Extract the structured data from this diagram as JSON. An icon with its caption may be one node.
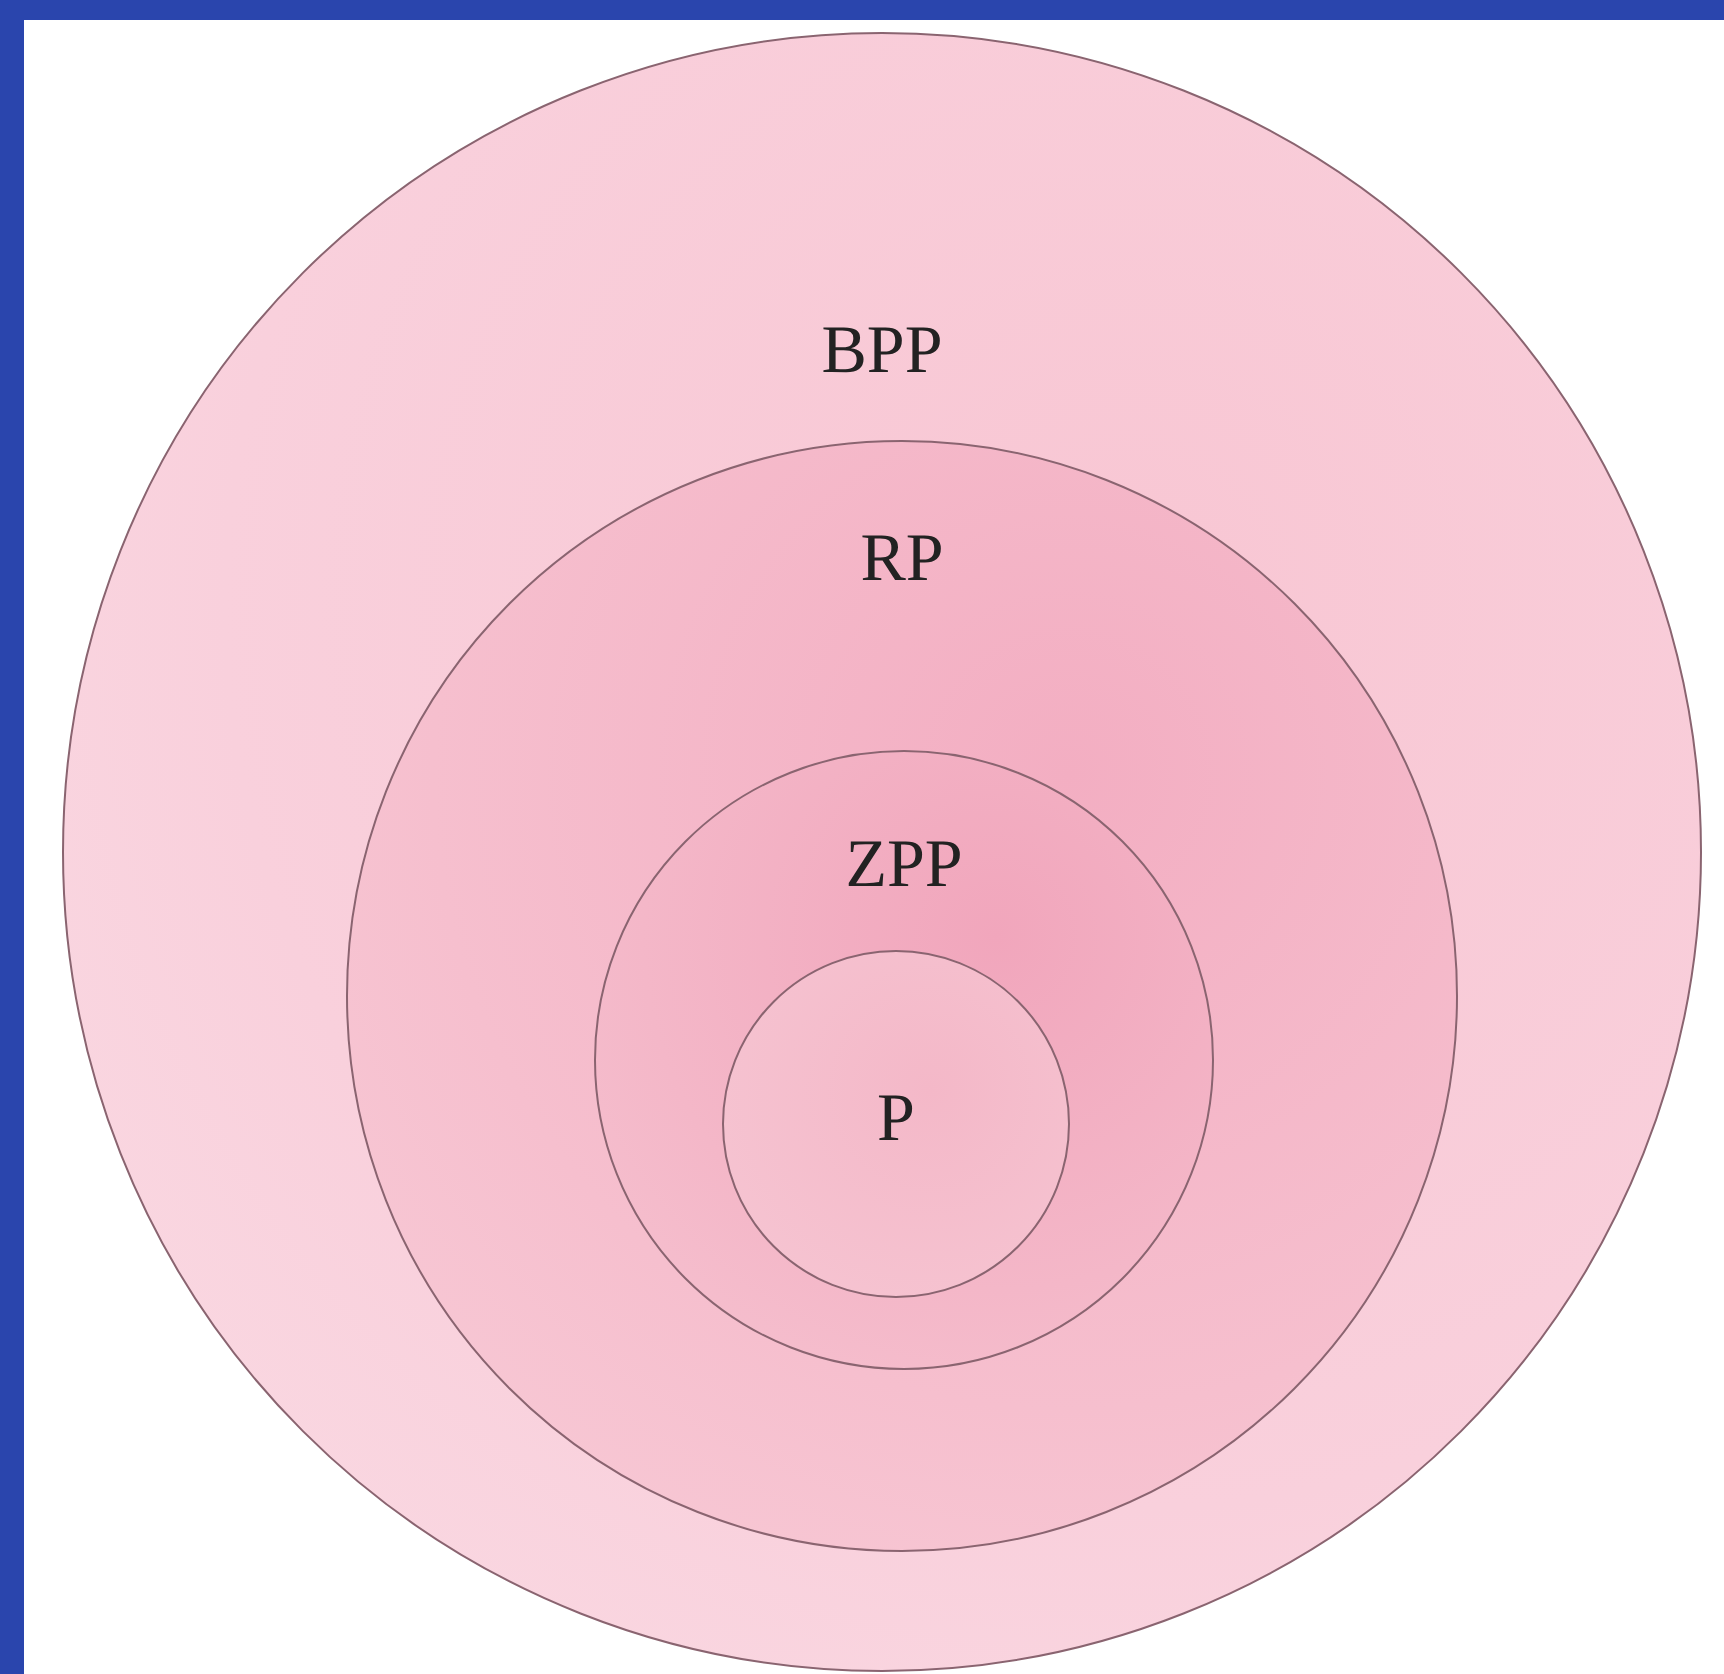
{
  "diagram": {
    "nodes": [
      {
        "text": [
          "BPP"
        ]
      },
      {
        "text": [
          "RP"
        ],
        "in": 0
      },
      {
        "text": [
          "ZPP"
        ],
        "in": 1
      },
      {
        "text": [
          "P"
        ],
        "in": 2
      }
    ]
  }
}
